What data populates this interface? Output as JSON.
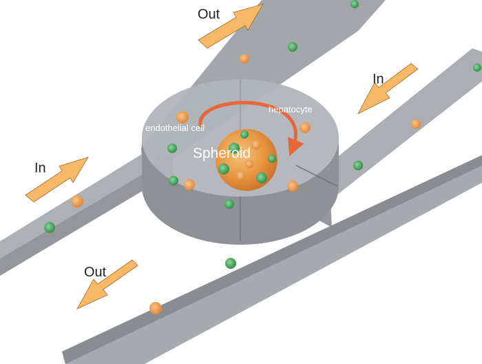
{
  "labels": {
    "out_top": "Out",
    "in_right": "In",
    "in_left": "In",
    "out_bottom": "Out",
    "endothelial": "endothelial cell",
    "hepatocyte": "hepatocyte",
    "spheroid": "Spheroid"
  },
  "colors": {
    "channel": "#9a9ea3",
    "chamber": "#a9adb2",
    "arrow": "#f7b868",
    "endothelial_cell": "#3da35a",
    "hepatocyte_cell": "#f09a48",
    "rotation_arrow": "#e8673a"
  },
  "icons": {
    "flow_arrow": "block-arrow",
    "rotation": "curved-arrow"
  }
}
